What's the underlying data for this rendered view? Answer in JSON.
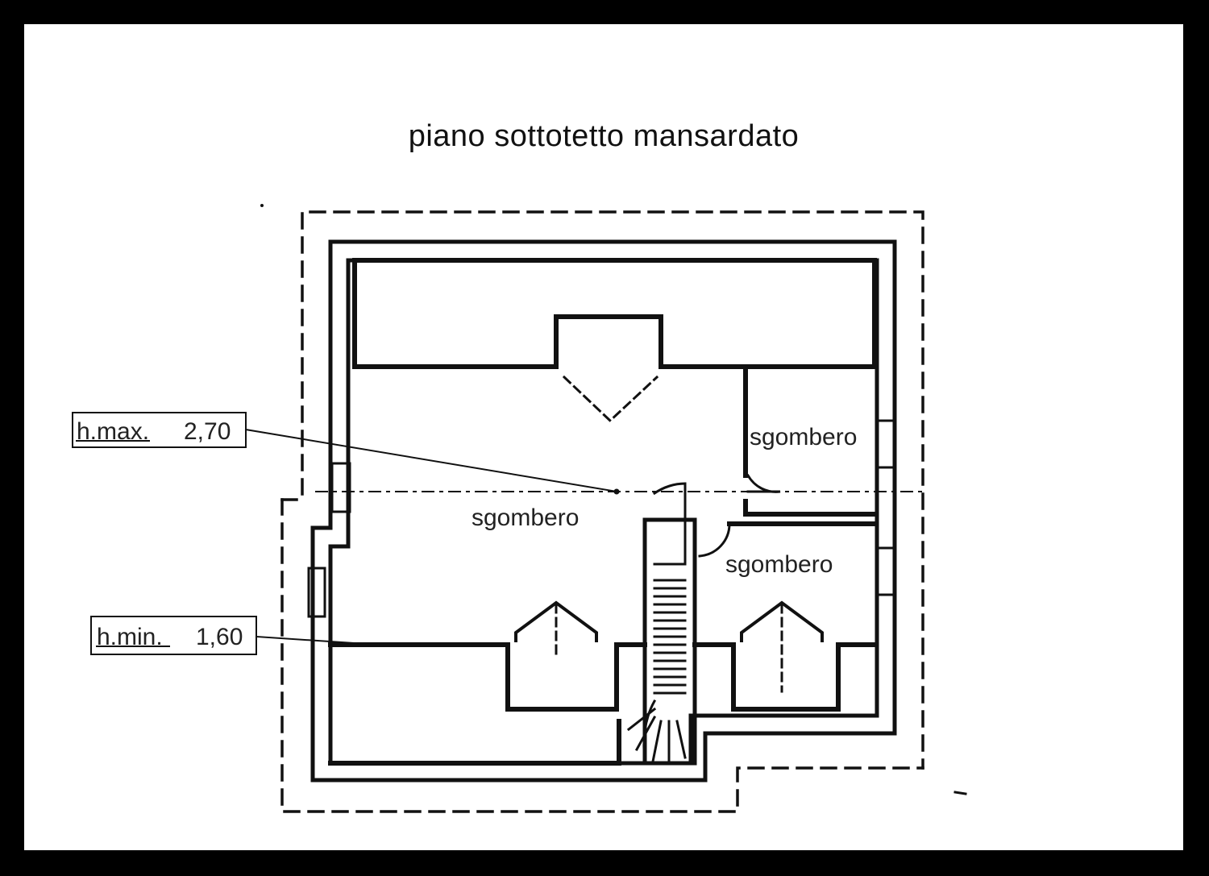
{
  "title": "piano sottotetto mansardato",
  "rooms": {
    "main": "sgombero",
    "upper_right": "sgombero",
    "lower_right": "sgombero"
  },
  "heights": {
    "max_label": "h.max.",
    "max_value": "2,70",
    "min_label": "h.min.",
    "min_value": "1,60"
  }
}
